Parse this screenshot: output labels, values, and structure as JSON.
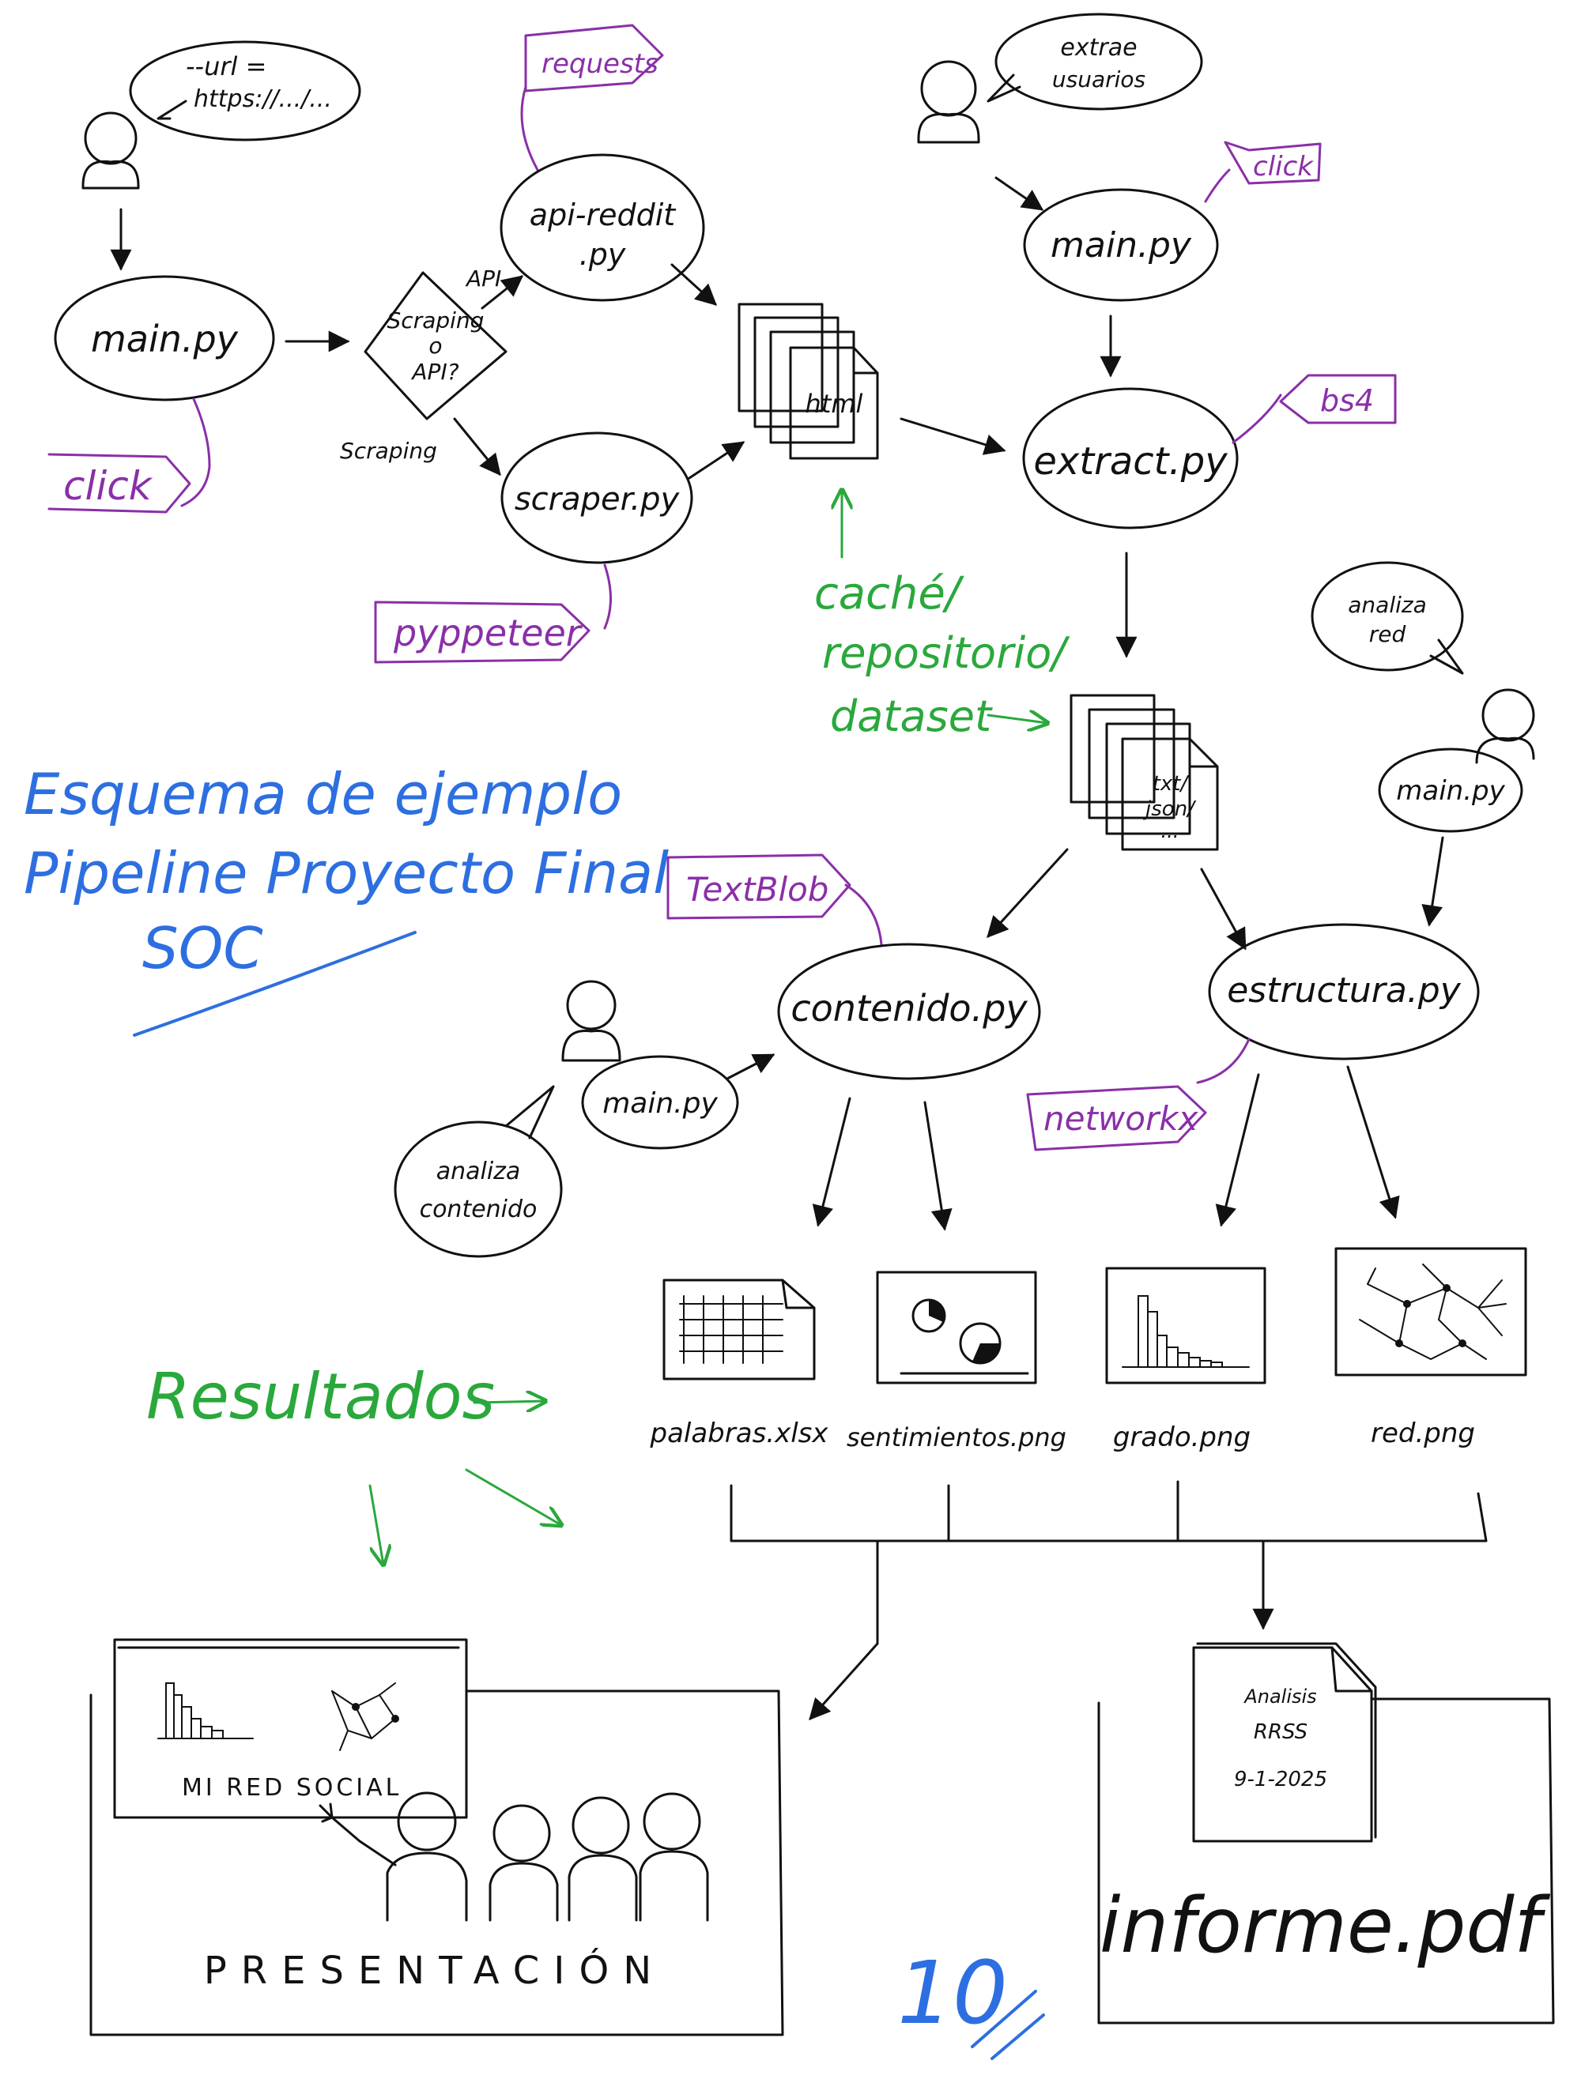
{
  "colors": {
    "ink": "#111111",
    "library": "#8a2fa8",
    "storage": "#2aa83c",
    "title": "#2d6fe0"
  },
  "title": {
    "line1": "Esquema de ejemplo",
    "line2": "Pipeline Proyecto Final",
    "line3": "SOC"
  },
  "speech": {
    "url_line1": "--url =",
    "url_line2": "https://.../...",
    "extrae_line1": "extrae",
    "extrae_line2": "usuarios",
    "red_line1": "analiza",
    "red_line2": "red",
    "contenido_line1": "analiza",
    "contenido_line2": "contenido"
  },
  "nodes": {
    "main1": "main.py",
    "decision_line1": "Scraping",
    "decision_line2": "o",
    "decision_line3": "API?",
    "api_label": "API",
    "scraping_label": "Scraping",
    "api_reddit_line1": "api-reddit",
    "api_reddit_line2": ".py",
    "scraper": "scraper.py",
    "html_docs": "html",
    "main2": "main.py",
    "extract": "extract.py",
    "txt_line1": "txt/",
    "txt_line2": "json/",
    "txt_line3": "...",
    "main3": "main.py",
    "contenido": "contenido.py",
    "main4": "main.py",
    "estructura": "estructura.py"
  },
  "libraries": {
    "click1": "click",
    "requests": "requests",
    "pyppeteer": "pyppeteer",
    "click2": "click",
    "bs4": "bs4",
    "textblob": "TextBlob",
    "networkx": "networkx"
  },
  "storage": {
    "line1": "caché/",
    "line2": "repositorio/",
    "line3": "dataset"
  },
  "outputs": {
    "palabras": "palabras.xlsx",
    "sentimientos": "sentimientos.png",
    "grado": "grado.png",
    "red": "red.png"
  },
  "results_label": "Resultados",
  "presentation": {
    "slide_text": "MI RED SOCIAL",
    "label": "PRESENTACIÓN"
  },
  "report": {
    "doc_line1": "Analisis",
    "doc_line2": "RRSS",
    "doc_line3": "9-1-2025",
    "label": "informe.pdf"
  },
  "score": "10"
}
